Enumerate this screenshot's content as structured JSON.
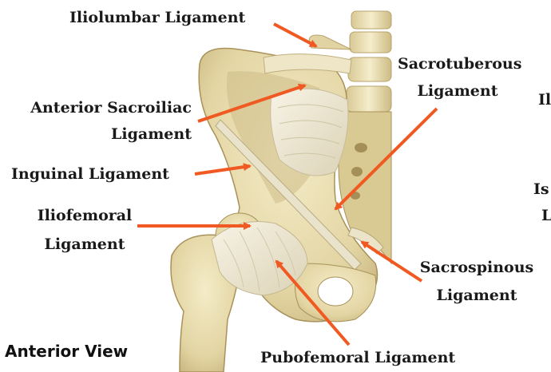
{
  "labels": {
    "iliolumbar": "Iliolumbar Ligament",
    "anterior_sacroiliac_1": "Anterior Sacroiliac",
    "anterior_sacroiliac_2": "Ligament",
    "inguinal": "Inguinal Ligament",
    "iliofemoral_1": "Iliofemoral",
    "iliofemoral_2": "Ligament",
    "sacrotuberous_1": "Sacrotuberous",
    "sacrotuberous_2": "Ligament",
    "sacrospinous_1": "Sacrospinous",
    "sacrospinous_2": "Ligament",
    "pubofemoral": "Pubofemoral Ligament"
  },
  "view_label": "Anterior View",
  "cut_off_text": [
    "Il",
    "Is",
    "L"
  ],
  "colors": {
    "arrow": "#f05a22",
    "bone": "#e8dcb0",
    "ligament": "#efe9d6",
    "background": "#ffffff"
  }
}
